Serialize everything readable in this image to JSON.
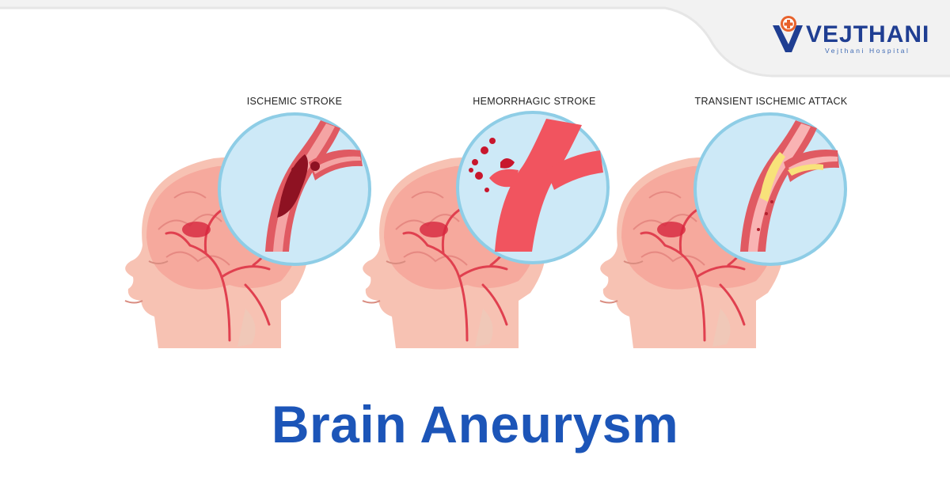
{
  "brand": {
    "name": "VEJTHANI",
    "subtitle": "Vejthani Hospital",
    "primary_color": "#1f3e92",
    "accent_color": "#e8622c"
  },
  "panels": [
    {
      "label": "ISCHEMIC STROKE",
      "icon": "clot-artery-icon"
    },
    {
      "label": "HEMORRHAGIC STROKE",
      "icon": "ruptured-artery-icon"
    },
    {
      "label": "TRANSIENT ISCHEMIC ATTACK",
      "icon": "plaque-artery-icon"
    }
  ],
  "title": "Brain Aneurysm",
  "colors": {
    "title": "#1c55b8",
    "skin": "#f7bfae",
    "brain": "#f29a8f",
    "artery": "#e0404f",
    "zoom_bg": "#cde9f7",
    "zoom_border": "#8ecde6"
  }
}
